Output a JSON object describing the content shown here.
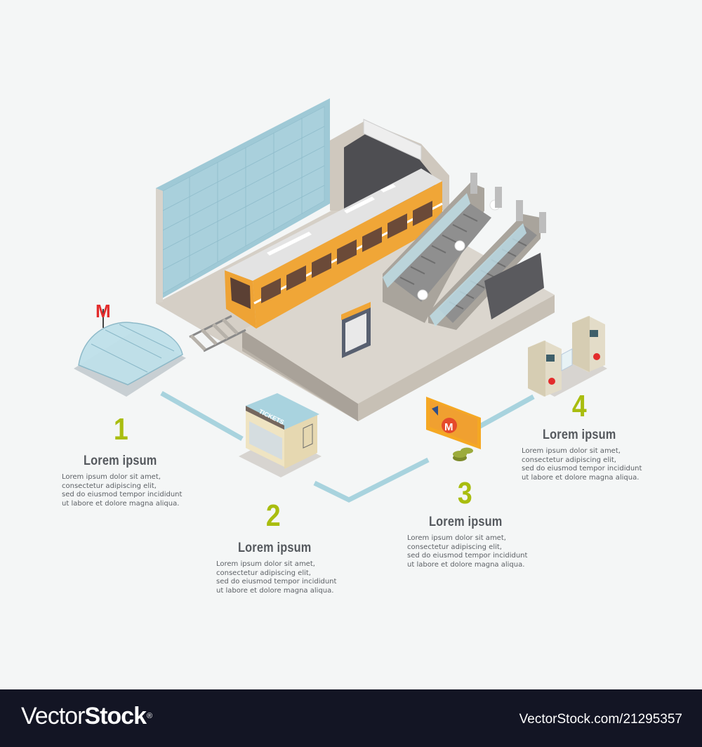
{
  "infographic": {
    "subject": "Isometric metro station infographic",
    "accent_color": "#a9bd0f",
    "title_color": "#55595e",
    "path_color": "#a8d3de",
    "station_labels": {
      "entrance_sign": "M",
      "kiosk_sign": "TICKETS",
      "billboard_sign": "M"
    },
    "steps": [
      {
        "number": "1",
        "title": "Lorem ipsum",
        "body": "Lorem ipsum dolor sit amet,\nconsectetur adipiscing elit,\nsed do eiusmod tempor incididunt\nut labore et dolore magna aliqua.",
        "illustration": "metro-entrance-dome"
      },
      {
        "number": "2",
        "title": "Lorem ipsum",
        "body": "Lorem ipsum dolor sit amet,\nconsectetur adipiscing elit,\nsed do eiusmod tempor incididunt\nut labore et dolore magna aliqua.",
        "illustration": "ticket-kiosk"
      },
      {
        "number": "3",
        "title": "Lorem ipsum",
        "body": "Lorem ipsum dolor sit amet,\nconsectetur adipiscing elit,\nsed do eiusmod tempor incididunt\nut labore et dolore magna aliqua.",
        "illustration": "billboard-with-coins"
      },
      {
        "number": "4",
        "title": "Lorem ipsum",
        "body": "Lorem ipsum dolor sit amet,\nconsectetur adipiscing elit,\nsed do eiusmod tempor incididunt\nut labore et dolore magna aliqua.",
        "illustration": "turnstile-gates"
      }
    ]
  },
  "footer": {
    "brand_light": "Vector",
    "brand_bold": "Stock",
    "brand_mark": "®",
    "credit": "VectorStock.com/21295357"
  }
}
